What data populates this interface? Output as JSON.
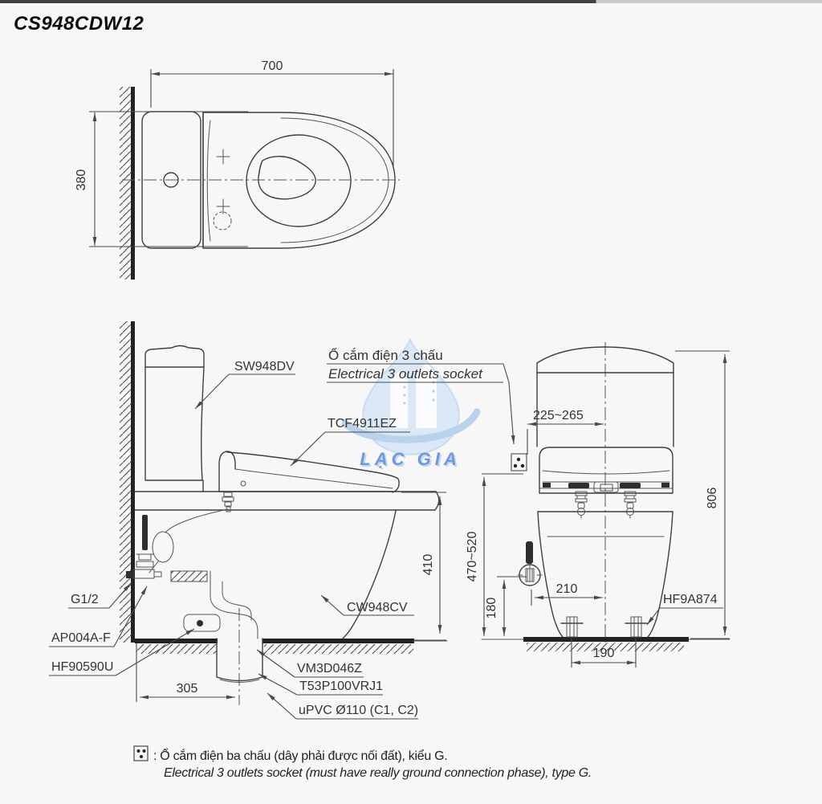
{
  "page": {
    "title": "CS948CDW12"
  },
  "part_labels": {
    "tank": "SW948DV",
    "washlet": "TCF4911EZ",
    "bowl": "CW948CV",
    "supply_thread": "G1/2",
    "stop_valve": "AP004A-F",
    "gasket": "HF90590U",
    "flange": "VM3D046Z",
    "drain_socket": "T53P100VRJ1",
    "drain_pipe": "uPVC Ø110 (C1, C2)",
    "bolt_cap": "HF9A874"
  },
  "socket_label": {
    "vi": "Ổ cắm điện 3 chấu",
    "en": "Electrical 3 outlets socket"
  },
  "dimensions_mm": {
    "depth": "700",
    "width": "380",
    "rim_height": "410",
    "trap_set_out": "305",
    "socket_offset": "225~265",
    "total_height": "806",
    "socket_height": "470~520",
    "supply_height": "180",
    "supply_offset": "210",
    "bolt_spacing": "190"
  },
  "watermark": {
    "text": "LẠC GIA"
  },
  "footnote": {
    "vi": ": Ổ cắm điện ba chấu (dây phải được nối đất), kiểu G.",
    "en": "Electrical 3 outlets socket (must have really ground connection phase), type G."
  },
  "colors": {
    "line": "#3f3f3f",
    "dim": "#4a4a4a",
    "watermark_text": "#4d82d6",
    "watermark_drop": "#d3e6f5"
  }
}
